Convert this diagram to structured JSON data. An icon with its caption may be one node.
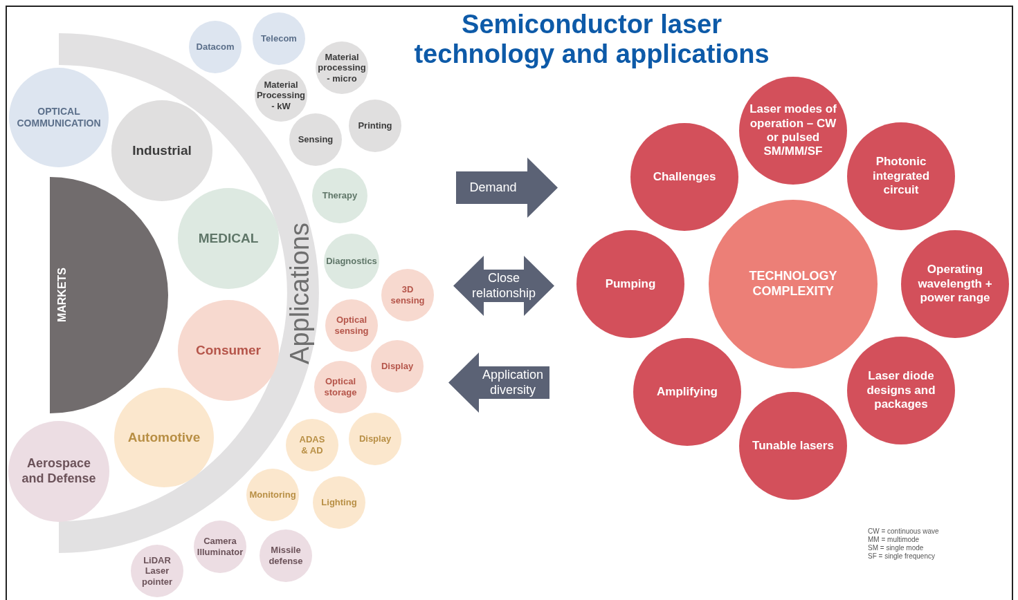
{
  "diagram": {
    "title": "Semiconductor laser technology and applications",
    "nodes": [
      {
        "text": [
          "MARKETS"
        ]
      },
      {
        "text": [
          "Applications"
        ]
      },
      {
        "text": [
          "OPTICAL COMMUNICATION"
        ]
      },
      {
        "text": [
          "Industrial"
        ]
      },
      {
        "text": [
          "MEDICAL"
        ]
      },
      {
        "text": [
          "Consumer"
        ]
      },
      {
        "text": [
          "Automotive"
        ]
      },
      {
        "text": [
          "Aerospace and Defense"
        ]
      },
      {
        "text": [
          "Datacom"
        ]
      },
      {
        "text": [
          "Telecom"
        ]
      },
      {
        "text": [
          "Material Processing - kW"
        ]
      },
      {
        "text": [
          "Material processing - micro"
        ]
      },
      {
        "text": [
          "Sensing"
        ]
      },
      {
        "text": [
          "Printing"
        ]
      },
      {
        "text": [
          "Therapy"
        ]
      },
      {
        "text": [
          "Diagnostics"
        ]
      },
      {
        "text": [
          "3D sensing"
        ]
      },
      {
        "text": [
          "Optical sensing"
        ]
      },
      {
        "text": [
          "Display"
        ]
      },
      {
        "text": [
          "Optical storage"
        ]
      },
      {
        "text": [
          "ADAS & AD"
        ]
      },
      {
        "text": [
          "Display"
        ]
      },
      {
        "text": [
          "Monitoring"
        ]
      },
      {
        "text": [
          "Lighting"
        ]
      },
      {
        "text": [
          "Camera Illuminator"
        ]
      },
      {
        "text": [
          "Missile defense"
        ]
      },
      {
        "text": [
          "LiDAR Laser pointer"
        ]
      },
      {
        "text": [
          "TECHNOLOGY COMPLEXITY"
        ]
      },
      {
        "text": [
          "Laser modes of operation – CW or pulsed SM/MM/SF"
        ]
      },
      {
        "text": [
          "Challenges"
        ]
      },
      {
        "text": [
          "Photonic integrated circuit"
        ]
      },
      {
        "text": [
          "Pumping"
        ]
      },
      {
        "text": [
          "Operating wavelength + power range"
        ]
      },
      {
        "text": [
          "Amplifying"
        ]
      },
      {
        "text": [
          "Laser diode designs and packages"
        ]
      },
      {
        "text": [
          "Tunable lasers"
        ]
      }
    ],
    "edges": [
      {
        "from": 13,
        "to": 31,
        "arrow": "to",
        "label": "Demand"
      },
      {
        "from": 16,
        "to": 31,
        "arrow": "both",
        "label": "Close relationship"
      },
      {
        "from": 31,
        "to": 18,
        "arrow": "to",
        "label": "Application diversity"
      }
    ],
    "labels": [
      "CW = continuous wave",
      "MM = multimode",
      "SM = single mode",
      "SF = single frequency"
    ]
  }
}
